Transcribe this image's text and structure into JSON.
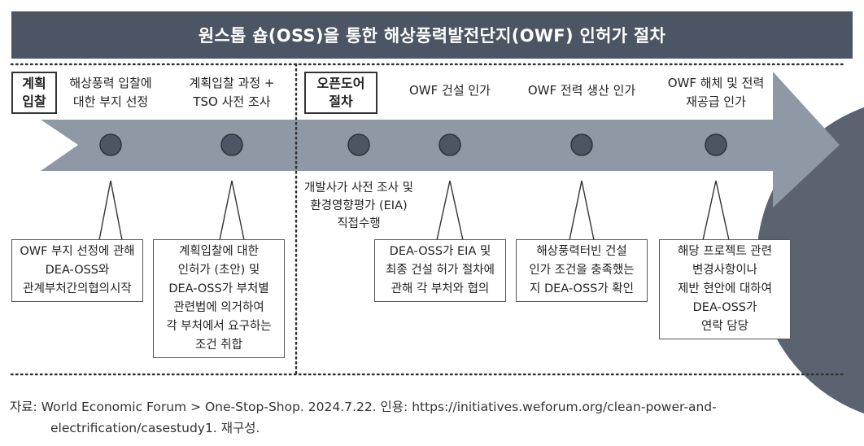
{
  "title": "원스톱 숍(OSS)을 통한 해상풍력발전단지(OWF) 인허가 절차",
  "phases": [
    {
      "label": "계획\n입찰"
    },
    {
      "label": "오픈도어\n절차"
    }
  ],
  "stages": [
    {
      "label": "해상풍력 입찰에\n대한 부지 선정"
    },
    {
      "label": "계획입찰 과정 +\nTSO 사전 조사"
    },
    {
      "label": "OWF 건설 인가"
    },
    {
      "label": "OWF 전력 생산 인가"
    },
    {
      "label": "OWF 해체 및 전력\n재공급 인가"
    }
  ],
  "midnote": "개발사가 사전 조사 및\n환경영향평가 (EIA)\n직접수행",
  "callouts": [
    {
      "text": "OWF 부지 선정에 관해\nDEA-OSS와\n관계부처간의협의시작"
    },
    {
      "text": "계획입찰에 대한\n인허가 (초안) 및\nDEA-OSS가 부처별\n관련법에 의거하여\n각 부처에서 요구하는\n조건 취합"
    },
    {
      "text": "DEA-OSS가 EIA 및\n최종 건설 허가 절차에\n관해 각 부처와 협의"
    },
    {
      "text": "해상풍력터빈 건설\n인가 조건을 충족했는\n지 DEA-OSS가 확인"
    },
    {
      "text": "해당 프로젝트 관련\n변경사항이나\n제반 현안에 대하여\nDEA-OSS가\n연락 담당"
    }
  ],
  "source": {
    "line1": "자료: World Economic Forum > One-Stop-Shop. 2024.7.22. 인용: https://initiatives.weforum.org/clean-power-and-",
    "line2": "electrification/casestudy1. 재구성."
  },
  "colors": {
    "title_bg": "#4b5563",
    "arrow": "#8e99a5",
    "circle_fill": "#4b5563",
    "dark_circle": "#5c6370"
  }
}
